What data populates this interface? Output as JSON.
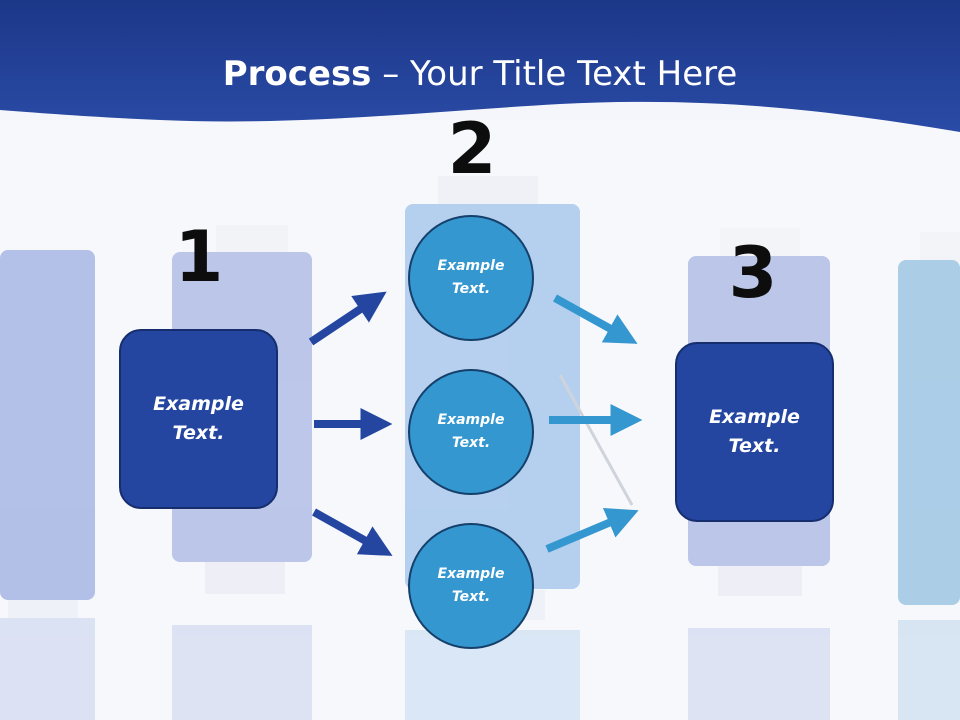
{
  "slide": {
    "title_bold": "Process",
    "title_rest": " – Your Title Text Here",
    "step1": {
      "number": "1",
      "text": "Example Text."
    },
    "step2": {
      "number": "2",
      "circles": [
        {
          "text": "Example Text."
        },
        {
          "text": "Example Text."
        },
        {
          "text": "Example Text."
        }
      ]
    },
    "step3": {
      "number": "3",
      "text": "Example Text."
    }
  },
  "colors": {
    "header": "#223f97",
    "box": "#2446a0",
    "circle": "#3497cf",
    "arrow_dark": "#2446a0",
    "arrow_light": "#3497cf"
  }
}
